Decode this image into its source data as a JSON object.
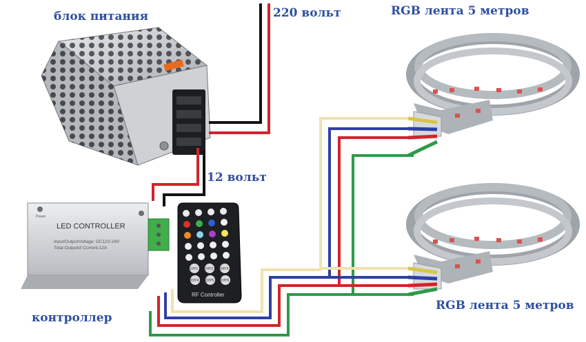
{
  "labels": {
    "power_supply": "блок питания",
    "mains_voltage": "220 вольт",
    "low_voltage": "12 вольт",
    "controller": "контроллер",
    "strip_top": "RGB лента 5 метров",
    "strip_bottom": "RGB лента  5 метров"
  },
  "controller_box": {
    "title": "LED CONTROLLER",
    "spec_voltage": "Input/OutputVoltage: DC12V-24V",
    "spec_current": "Total Outputof Current:12A",
    "power_marker": "Power"
  },
  "remote": {
    "label": "RF Controller",
    "diy_buttons": [
      "DIY1",
      "DIY2",
      "DIY3",
      "DIY4",
      "DIY5",
      "DIY6"
    ]
  },
  "colors": {
    "label_text": "#2e4f9e",
    "wire_red": "#d0252b",
    "wire_black": "#111111",
    "wire_blue": "#2e3fa6",
    "wire_green": "#2e9a4a",
    "wire_cream": "#efe2b0",
    "psu_metal": "#c9ccd0",
    "controller_metal": "#d6d8da",
    "strip_gray": "#9ea4aa"
  }
}
